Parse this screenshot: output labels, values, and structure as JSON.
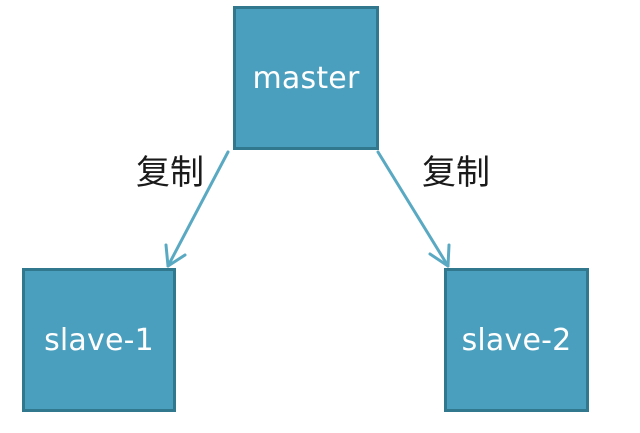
{
  "colors": {
    "node_fill": "#4a9fbe",
    "node_border": "#31788f",
    "node_text": "#ffffff",
    "edge": "#5aa9c3",
    "label_text": "#1a1a1a"
  },
  "diagram": {
    "nodes": {
      "master": "master",
      "slave_1": "slave-1",
      "slave_2": "slave-2"
    },
    "edges": [
      {
        "from": "master",
        "to": "slave-1",
        "label": "复制"
      },
      {
        "from": "master",
        "to": "slave-2",
        "label": "复制"
      }
    ]
  }
}
